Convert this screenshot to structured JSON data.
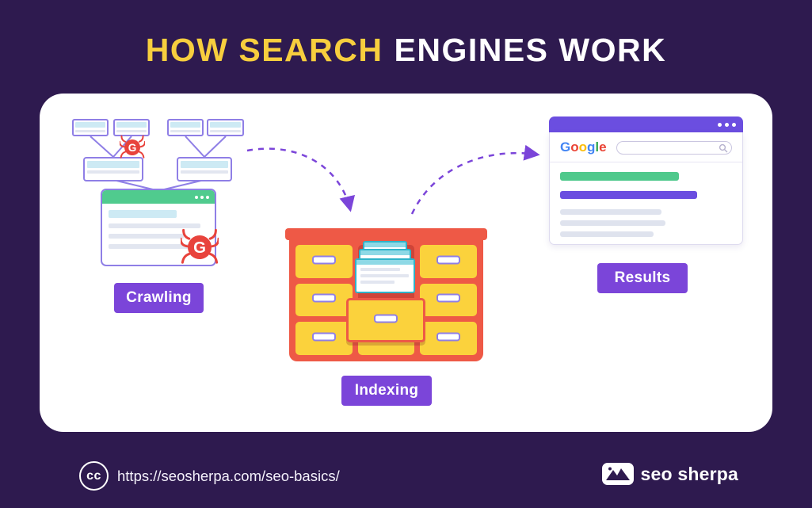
{
  "title": {
    "highlight": "HOW SEARCH",
    "rest": "ENGINES WORK"
  },
  "stages": {
    "crawling": {
      "label": "Crawling"
    },
    "indexing": {
      "label": "Indexing"
    },
    "results": {
      "label": "Results"
    }
  },
  "crawler": {
    "letter": "G"
  },
  "results_browser": {
    "logo_letters": [
      {
        "ch": "G",
        "style": "color:#4285F4"
      },
      {
        "ch": "o",
        "style": "color:#EA4335"
      },
      {
        "ch": "o",
        "style": "color:#FBBC05"
      },
      {
        "ch": "g",
        "style": "color:#4285F4"
      },
      {
        "ch": "l",
        "style": "color:#34A853"
      },
      {
        "ch": "e",
        "style": "color:#EA4335"
      }
    ]
  },
  "footer": {
    "license": "cc",
    "url": "https://seosherpa.com/seo-basics/",
    "brand": "seo sherpa"
  },
  "colors": {
    "background": "#2E1A4F",
    "accent_purple": "#7B45D9",
    "title_yellow": "#F7CE3E",
    "cabinet_red": "#EE5946",
    "drawer_yellow": "#FBD23C",
    "result_green": "#4FC98C",
    "bot_red": "#E8433C"
  }
}
